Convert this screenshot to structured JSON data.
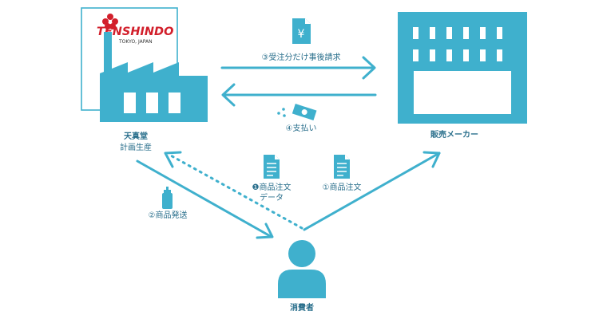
{
  "colors": {
    "accent": "#3fb0cd",
    "label": "#2a6f8c",
    "logo_red": "#d21f2b"
  },
  "logo": {
    "brand": "TENSHINDO",
    "sub": "TOKYO, JAPAN"
  },
  "nodes": {
    "factory_name": "天真堂",
    "factory_sub": "計画生産",
    "maker": "販売メーカー",
    "consumer": "消費者"
  },
  "flows": {
    "order_to_maker": "③受注分だけ事後請求",
    "payment": "④支払い",
    "shipping": "②商品発送",
    "order_data_line1": "❶商品注文",
    "order_data_line2": "データ",
    "order_by_consumer": "①商品注文"
  },
  "icons": {
    "yen_symbol": "¥",
    "invoice": "yen-document-icon",
    "money": "money-icon",
    "document": "document-icon",
    "bottle": "bottle-icon",
    "factory": "factory-icon",
    "building": "building-icon",
    "person": "person-icon"
  }
}
